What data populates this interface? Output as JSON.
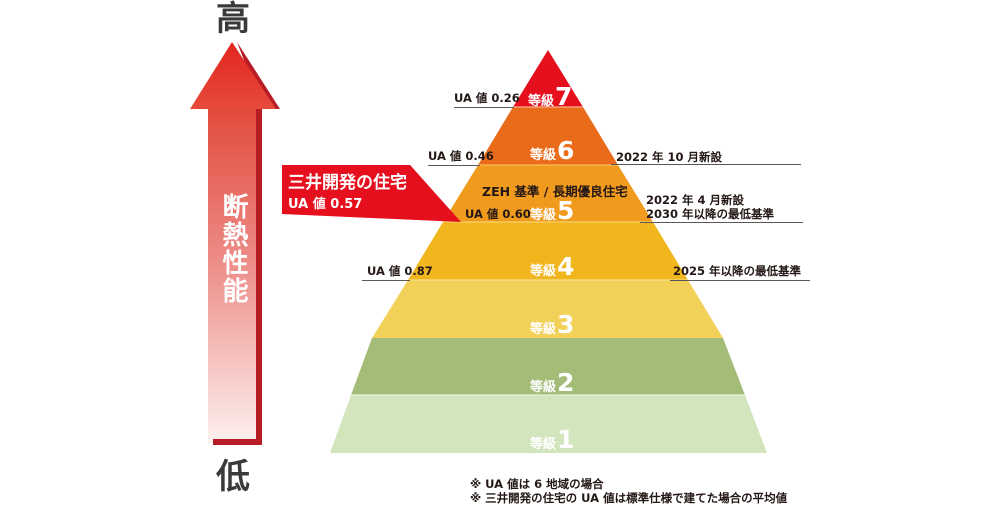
{
  "axis": {
    "high_label": "高",
    "low_label": "低",
    "title": "断熱性能",
    "arrow_color": "#e8332a"
  },
  "pyramid": {
    "grades": [
      {
        "prefix": "等級",
        "number": "7",
        "color": "#e60f1e",
        "ua_left": "UA 値 0.26",
        "right_note": []
      },
      {
        "prefix": "等級",
        "number": "6",
        "color": "#ea6b19",
        "ua_left": "UA 値 0.46",
        "right_note": [
          "2022 年 10 月新設"
        ]
      },
      {
        "prefix": "等級",
        "number": "5",
        "color": "#f09a1e",
        "ua_left": "UA 値 0.60",
        "sub_label": "ZEH 基準 / 長期優良住宅",
        "right_note": [
          "2022 年 4 月新設",
          "2030 年以降の最低基準"
        ]
      },
      {
        "prefix": "等級",
        "number": "4",
        "color": "#f1b51e",
        "ua_left": "UA 値 0.87",
        "right_note": [
          "2025 年以降の最低基準"
        ]
      },
      {
        "prefix": "等級",
        "number": "3",
        "color": "#f2d159",
        "ua_left": "",
        "right_note": []
      },
      {
        "prefix": "等級",
        "number": "2",
        "color": "#a3bd79",
        "ua_left": "",
        "right_note": []
      },
      {
        "prefix": "等級",
        "number": "1",
        "color": "#d3e5bd",
        "ua_left": "",
        "right_note": []
      }
    ]
  },
  "callout": {
    "title": "三井開発の住宅",
    "value": "UA 値 0.57",
    "color": "#e60f1e"
  },
  "notes": [
    "※  UA 値は 6 地域の場合",
    "※  三井開発の住宅の UA 値は標準仕様で建てた場合の平均値"
  ]
}
